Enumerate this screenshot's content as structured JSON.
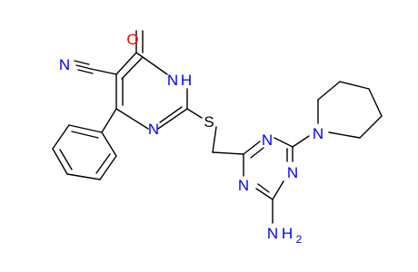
{
  "molecule": {
    "labels": {
      "oxygen": "O",
      "nitrile_n": "N",
      "ring_nh": "H",
      "ring_n_nh": "N",
      "ring_n_lower": "N",
      "sulfur": "S",
      "triazine_n_top": "N",
      "triazine_n_left": "N",
      "triazine_n_right": "N",
      "piperidine_n": "N",
      "amino_n": "N",
      "amino_h": "H",
      "amino_sub": "2"
    },
    "colors": {
      "bond": "#000000",
      "nitrogen": "#0000ff",
      "oxygen": "#ff0000",
      "sulfur": "#000000"
    }
  }
}
